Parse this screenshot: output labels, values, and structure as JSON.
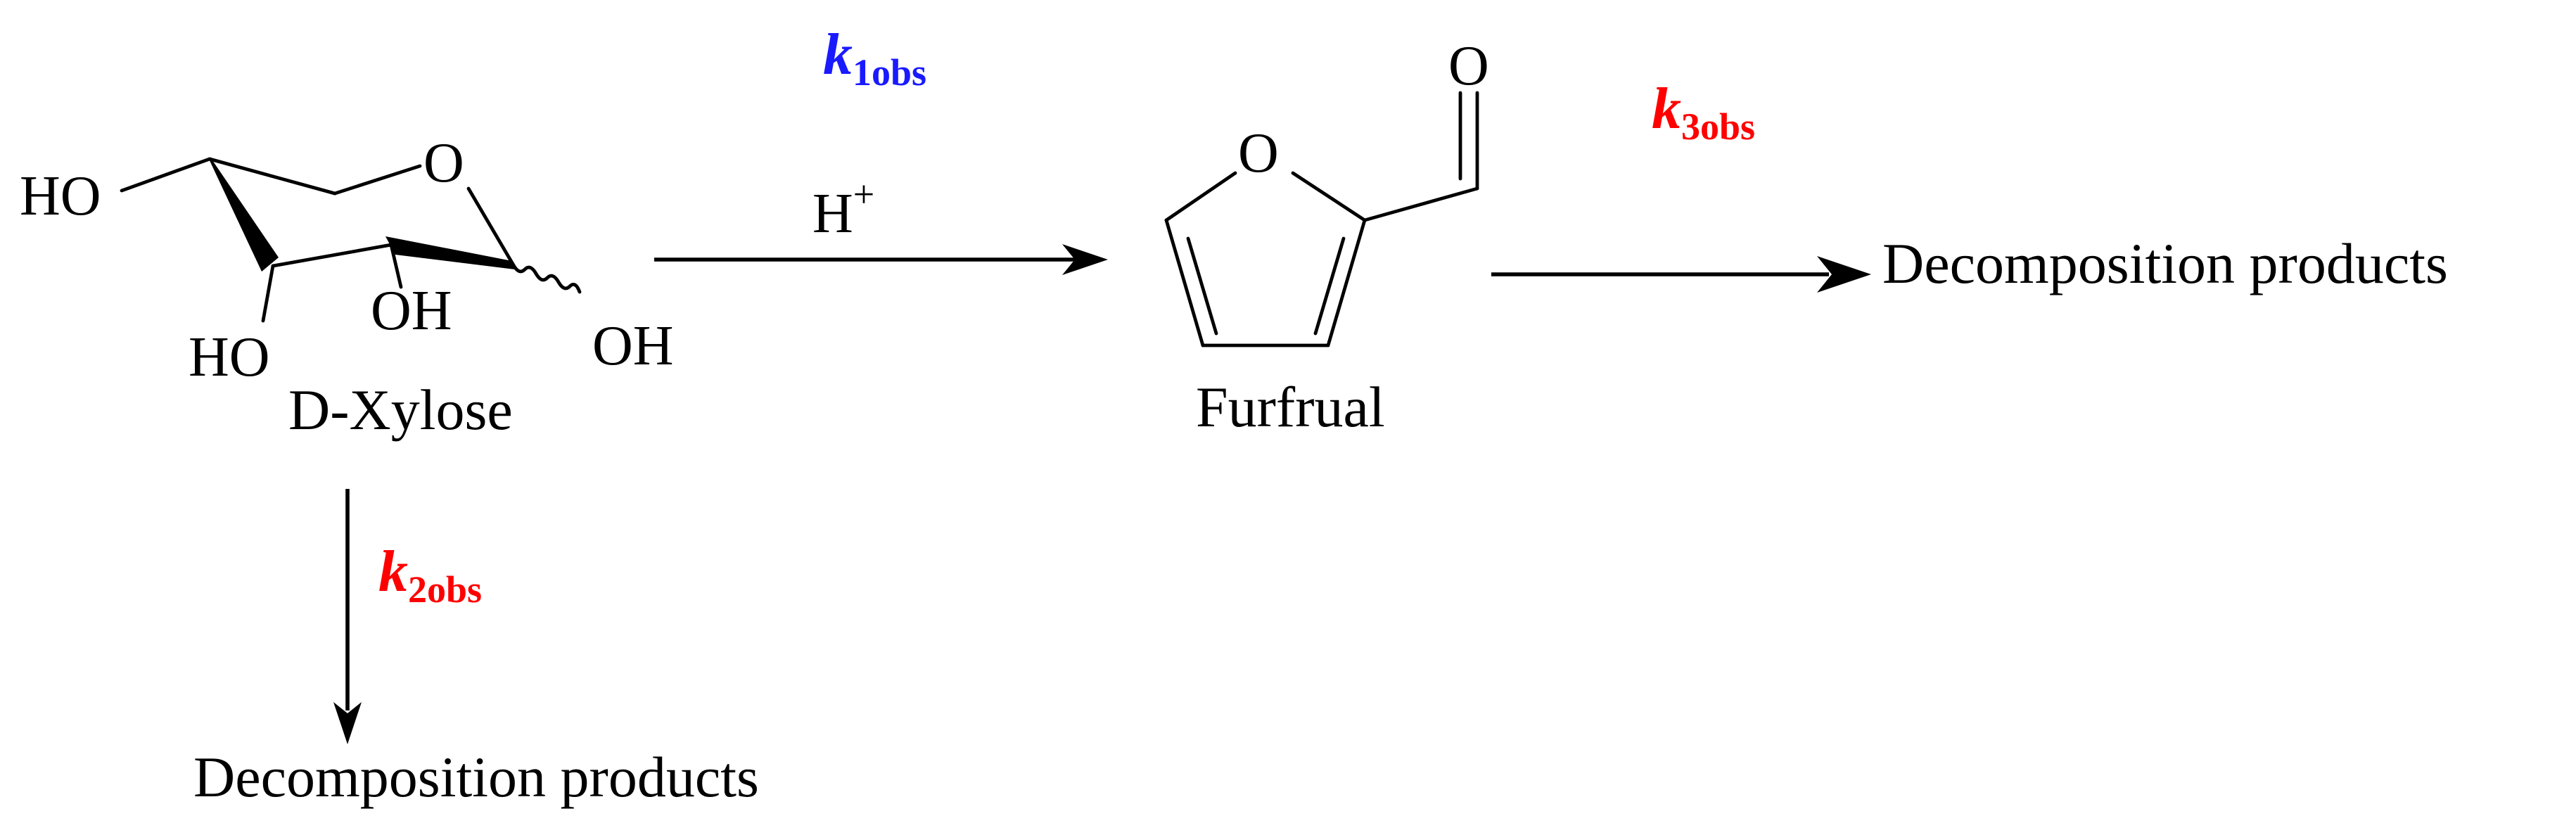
{
  "xylose": {
    "name": "D-Xylose",
    "atoms": {
      "ho_top": "HO",
      "ring_o": "O",
      "ho_bottom": "HO",
      "oh_mid": "OH",
      "oh_anomeric": "OH"
    }
  },
  "furfural": {
    "name": "Furfrual",
    "atoms": {
      "ring_o": "O",
      "carbonyl_o": "O"
    }
  },
  "reaction": {
    "catalyst": "H",
    "catalyst_charge": "+",
    "products_right": "Decomposition products",
    "products_down": "Decomposition products"
  },
  "rates": {
    "k1": {
      "symbol": "k",
      "subscript": "1obs",
      "color": "#1a1aff"
    },
    "k2": {
      "symbol": "k",
      "subscript": "2obs",
      "color": "#ff0000"
    },
    "k3": {
      "symbol": "k",
      "subscript": "3obs",
      "color": "#ff0000"
    }
  }
}
